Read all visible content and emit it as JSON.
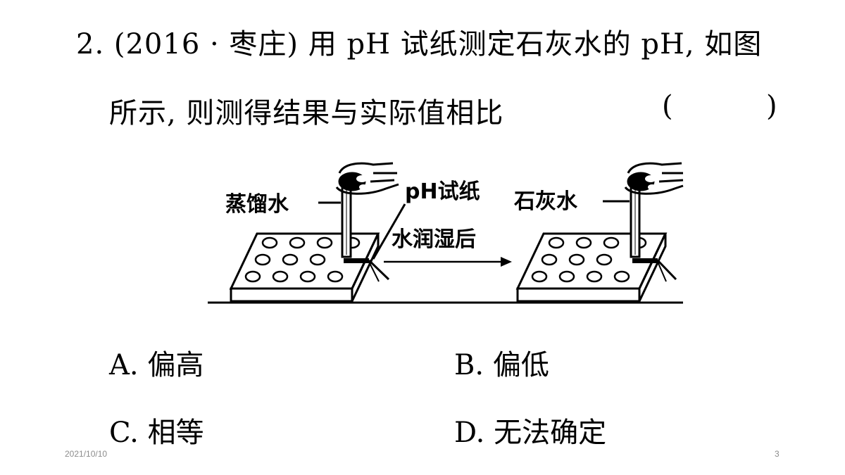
{
  "question": {
    "line1": "2. (2016 · 枣庄) 用 pH 试纸测定石灰水的 pH, 如图",
    "line2": "所示, 则测得结果与实际值相比",
    "bracket_open": "(",
    "bracket_close": ")"
  },
  "figure": {
    "label_distilled_water": "蒸馏水",
    "label_ph_paper": "pH试纸",
    "label_after_wetting": "水润湿后",
    "label_limewater": "石灰水"
  },
  "options": [
    {
      "letter": "A.",
      "text": "偏高"
    },
    {
      "letter": "B.",
      "text": "偏低"
    },
    {
      "letter": "C.",
      "text": "相等"
    },
    {
      "letter": "D.",
      "text": "无法确定"
    }
  ],
  "footer": {
    "date": "2021/10/10",
    "page": "3"
  }
}
